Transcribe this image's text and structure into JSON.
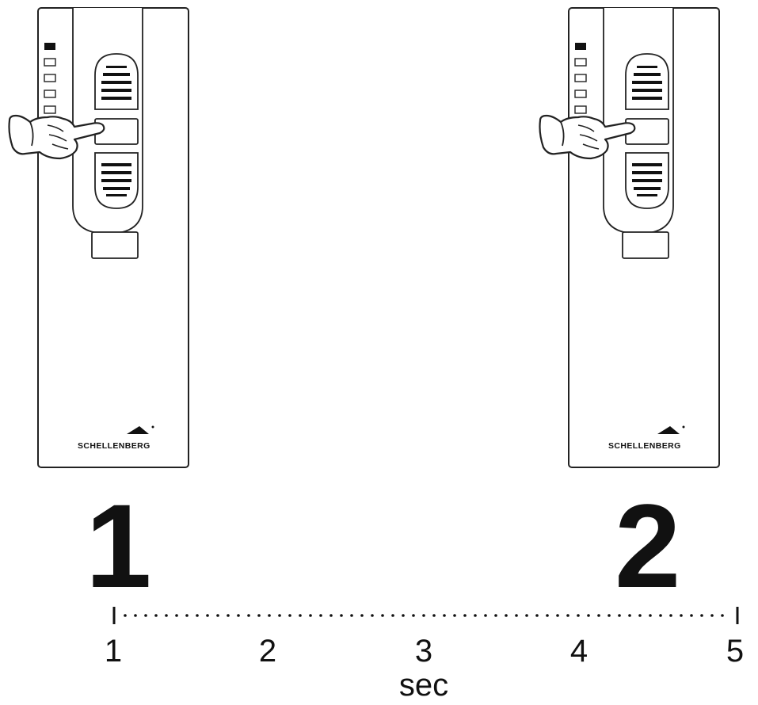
{
  "brand": "SCHELLENBERG",
  "steps": [
    "1",
    "2"
  ],
  "timeline": {
    "ticks": [
      "1",
      "2",
      "3",
      "4",
      "5"
    ],
    "unit": "sec"
  }
}
